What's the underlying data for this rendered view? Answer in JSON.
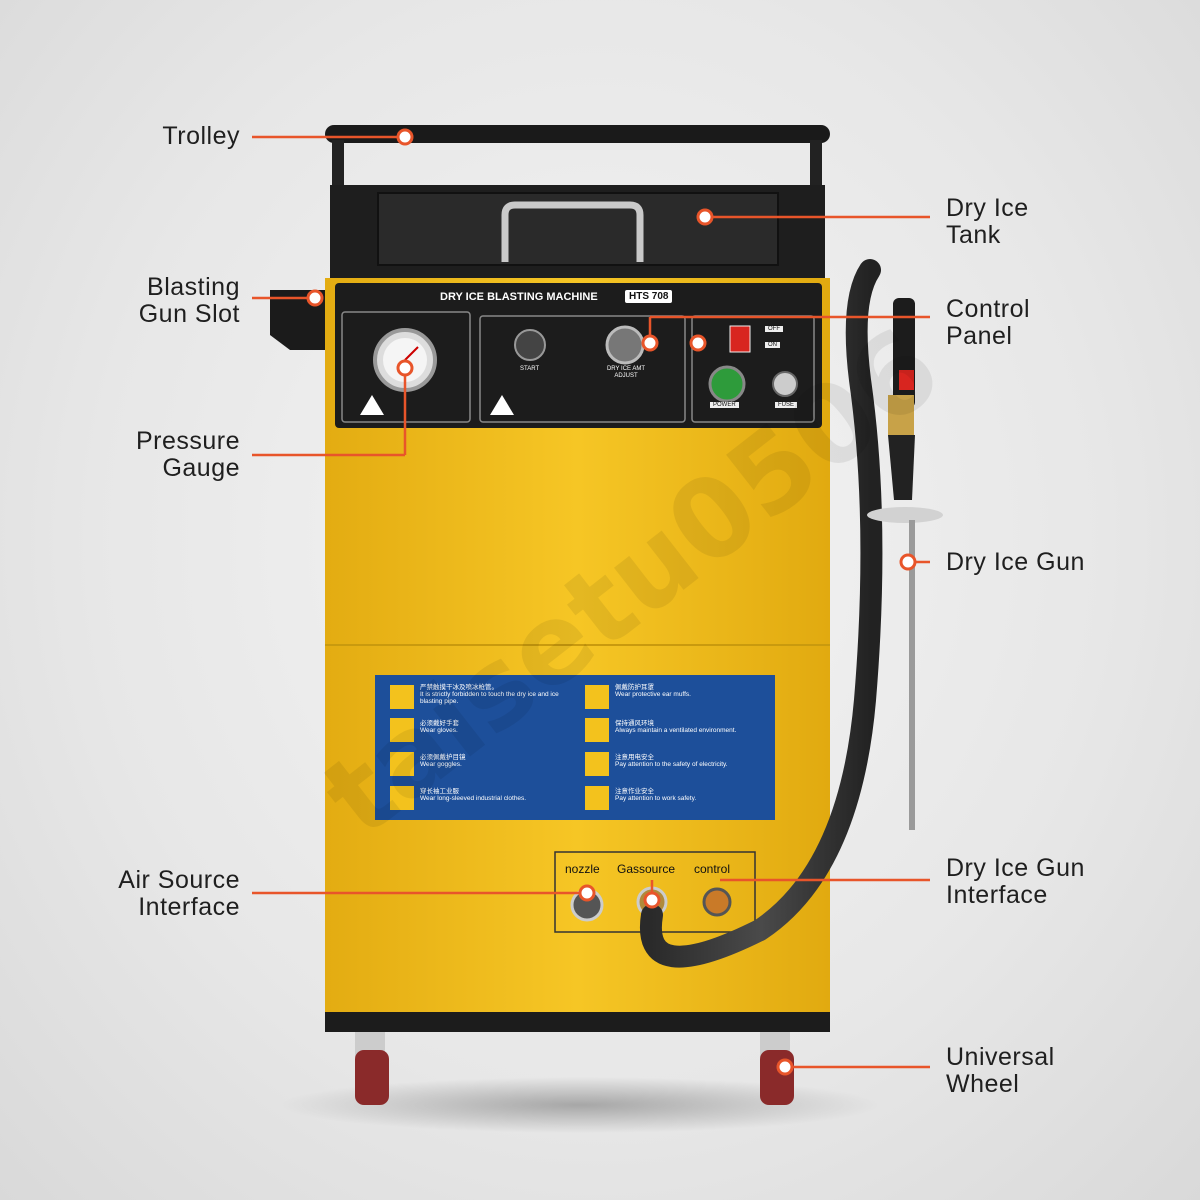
{
  "callouts": {
    "trolley": "Trolley",
    "dry_ice_tank": [
      "Dry Ice",
      "Tank"
    ],
    "blasting_gun_slot": [
      "Blasting",
      "Gun Slot"
    ],
    "control_panel": [
      "Control",
      "Panel"
    ],
    "pressure_gauge": [
      "Pressure",
      "Gauge"
    ],
    "dry_ice_gun": "Dry Ice Gun",
    "air_source_interface": [
      "Air Source",
      "Interface"
    ],
    "dry_ice_gun_interface": [
      "Dry Ice Gun",
      "Interface"
    ],
    "universal_wheel": [
      "Universal",
      "Wheel"
    ]
  },
  "machine": {
    "title": "DRY ICE BLASTING MACHINE",
    "model": "HTS 708",
    "start_label": "START",
    "dry_ice_label": "DRY ICE AMT ADJUST",
    "off_label": "OFF",
    "on_label": "ON",
    "power_label": "POWER",
    "fuse_label": "FUSE",
    "ports": [
      "nozzle",
      "Gassource",
      "control"
    ]
  },
  "safety": [
    {
      "cn": "严禁触摸干冰及喷冰枪管。",
      "en": "It is strictly forbidden to touch the dry ice and ice blasting pipe."
    },
    {
      "cn": "佩戴防护耳罩",
      "en": "Wear protective ear muffs."
    },
    {
      "cn": "必须戴好手套",
      "en": "Wear gloves."
    },
    {
      "cn": "保持通风环境",
      "en": "Always maintain a ventilated environment."
    },
    {
      "cn": "必须佩戴护目镜",
      "en": "Wear goggles."
    },
    {
      "cn": "注意用电安全",
      "en": "Pay attention to the safety of electricity."
    },
    {
      "cn": "穿长袖工业服",
      "en": "Wear long-sleeved industrial clothes."
    },
    {
      "cn": "注意作业安全",
      "en": "Pay attention to work safety."
    }
  ],
  "watermark": "taisetu0506",
  "colors": {
    "accent": "#e8552a",
    "body_yellow": "#f2c01f",
    "panel_black": "#1c1c1c",
    "safety_blue": "#1d4f9a"
  }
}
